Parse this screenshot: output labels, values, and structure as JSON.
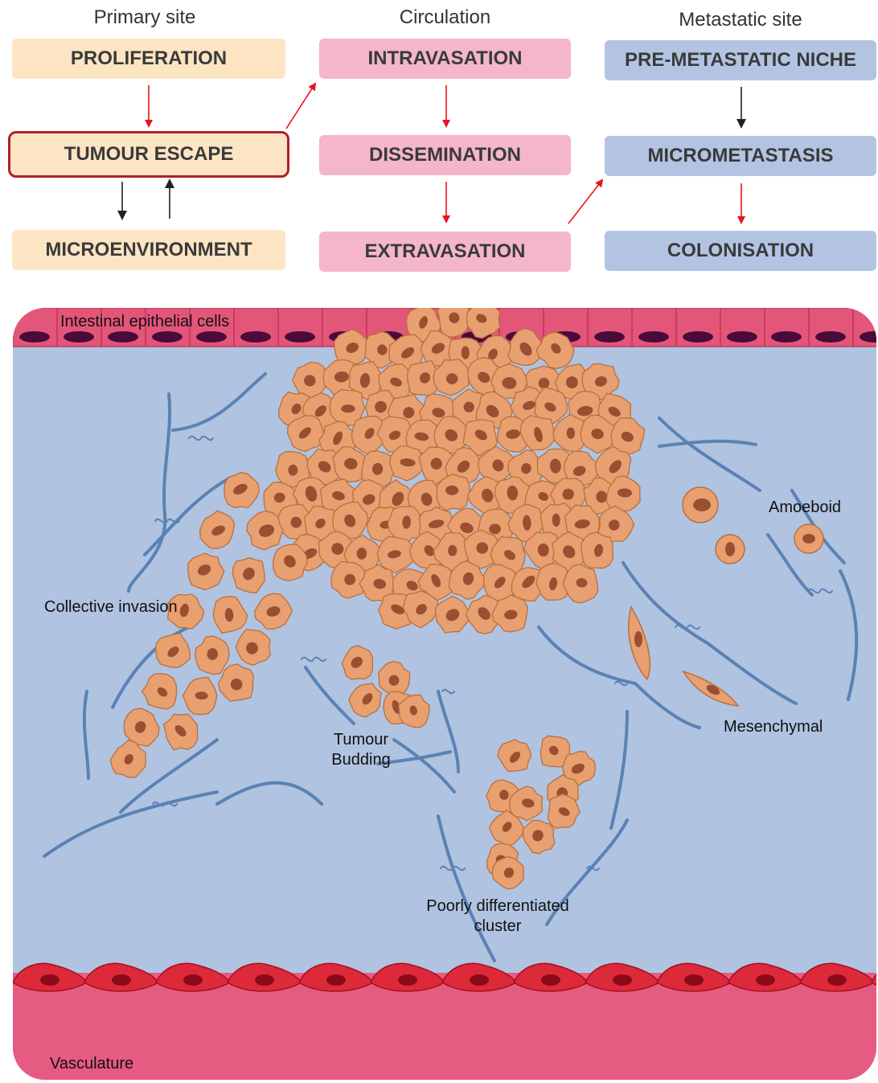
{
  "columns": {
    "primary": "Primary site",
    "circulation": "Circulation",
    "metastatic": "Metastatic site"
  },
  "boxes": {
    "proliferation": "PROLIFERATION",
    "tumour_escape": "TUMOUR ESCAPE",
    "microenvironment": "MICROENVIRONMENT",
    "intravasation": "INTRAVASATION",
    "dissemination": "DISSEMINATION",
    "extravasation": "EXTRAVASATION",
    "pre_metastatic_niche": "PRE-METASTATIC NICHE",
    "micrometastasis": "MICROMETASTASIS",
    "colonisation": "COLONISATION"
  },
  "labels": {
    "epithelial": "Intestinal epithelial cells",
    "collective": "Collective invasion",
    "budding_1": "Tumour",
    "budding_2": "Budding",
    "poorly_1": "Poorly differentiated",
    "poorly_2": "cluster",
    "amoeboid": "Amoeboid",
    "mesenchymal": "Mesenchymal",
    "vasculature": "Vasculature"
  },
  "colors": {
    "tissue": "#b0c3e1",
    "epithelium": "#e4557a",
    "vessel": "#e55b82",
    "endothelium": "#dc2a3a",
    "cell": "#e9a070",
    "nucleus": "#9a5030",
    "fibre": "#5a82b4",
    "red_arrow": "#e8141e",
    "black_arrow": "#222222"
  }
}
